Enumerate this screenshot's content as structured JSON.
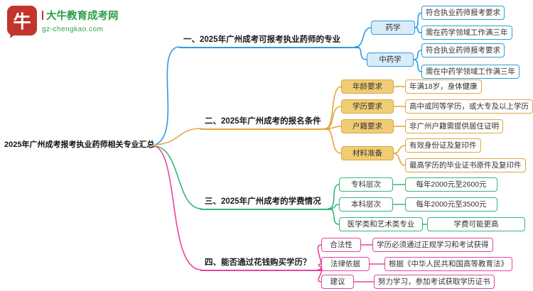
{
  "logo": {
    "icon_text": "牛",
    "site_name": "大牛教育成考网",
    "site_url": "gz-chengkao.com"
  },
  "palette": {
    "branch1_blue": "#2a9ddf",
    "branch2_gold": "#e2a53e",
    "branch3_green": "#34b778",
    "branch4_pink": "#e6449a",
    "brand_green": "#2f9e46",
    "brand_red": "#c2342c"
  },
  "root": {
    "label": "2025年广州成考报考执业药师相关专业汇总"
  },
  "branches": [
    {
      "label": "一、2025年广州成考可报考执业药师的专业",
      "children": [
        {
          "label": "药学",
          "leaves": [
            "符合执业药师报考要求",
            "需在药学领域工作满三年"
          ]
        },
        {
          "label": "中药学",
          "leaves": [
            "符合执业药师报考要求",
            "需在中药学领域工作满三年"
          ]
        }
      ]
    },
    {
      "label": "二、2025年广州成考的报名条件",
      "children": [
        {
          "label": "年龄要求",
          "leaves": [
            "年满18岁，身体健康"
          ]
        },
        {
          "label": "学历要求",
          "leaves": [
            "高中或同等学历，或大专及以上学历"
          ]
        },
        {
          "label": "户籍要求",
          "leaves": [
            "非广州户籍需提供居住证明"
          ]
        },
        {
          "label": "材料准备",
          "leaves": [
            "有效身份证及复印件",
            "最高学历的毕业证书原件及复印件"
          ]
        }
      ]
    },
    {
      "label": "三、2025年广州成考的学费情况",
      "children": [
        {
          "label": "专科层次",
          "leaves": [
            "每年2000元至2600元"
          ]
        },
        {
          "label": "本科层次",
          "leaves": [
            "每年2000元至3500元"
          ]
        },
        {
          "label": "医学类和艺术类专业",
          "leaves": [
            "学费可能更高"
          ]
        }
      ]
    },
    {
      "label": "四、能否通过花钱购买学历？",
      "children": [
        {
          "label": "合法性",
          "leaves": [
            "学历必须通过正规学习和考试获得"
          ]
        },
        {
          "label": "法律依据",
          "leaves": [
            "根据《中华人民共和国高等教育法》"
          ]
        },
        {
          "label": "建议",
          "leaves": [
            "努力学习，参加考试获取学历证书"
          ]
        }
      ]
    }
  ]
}
